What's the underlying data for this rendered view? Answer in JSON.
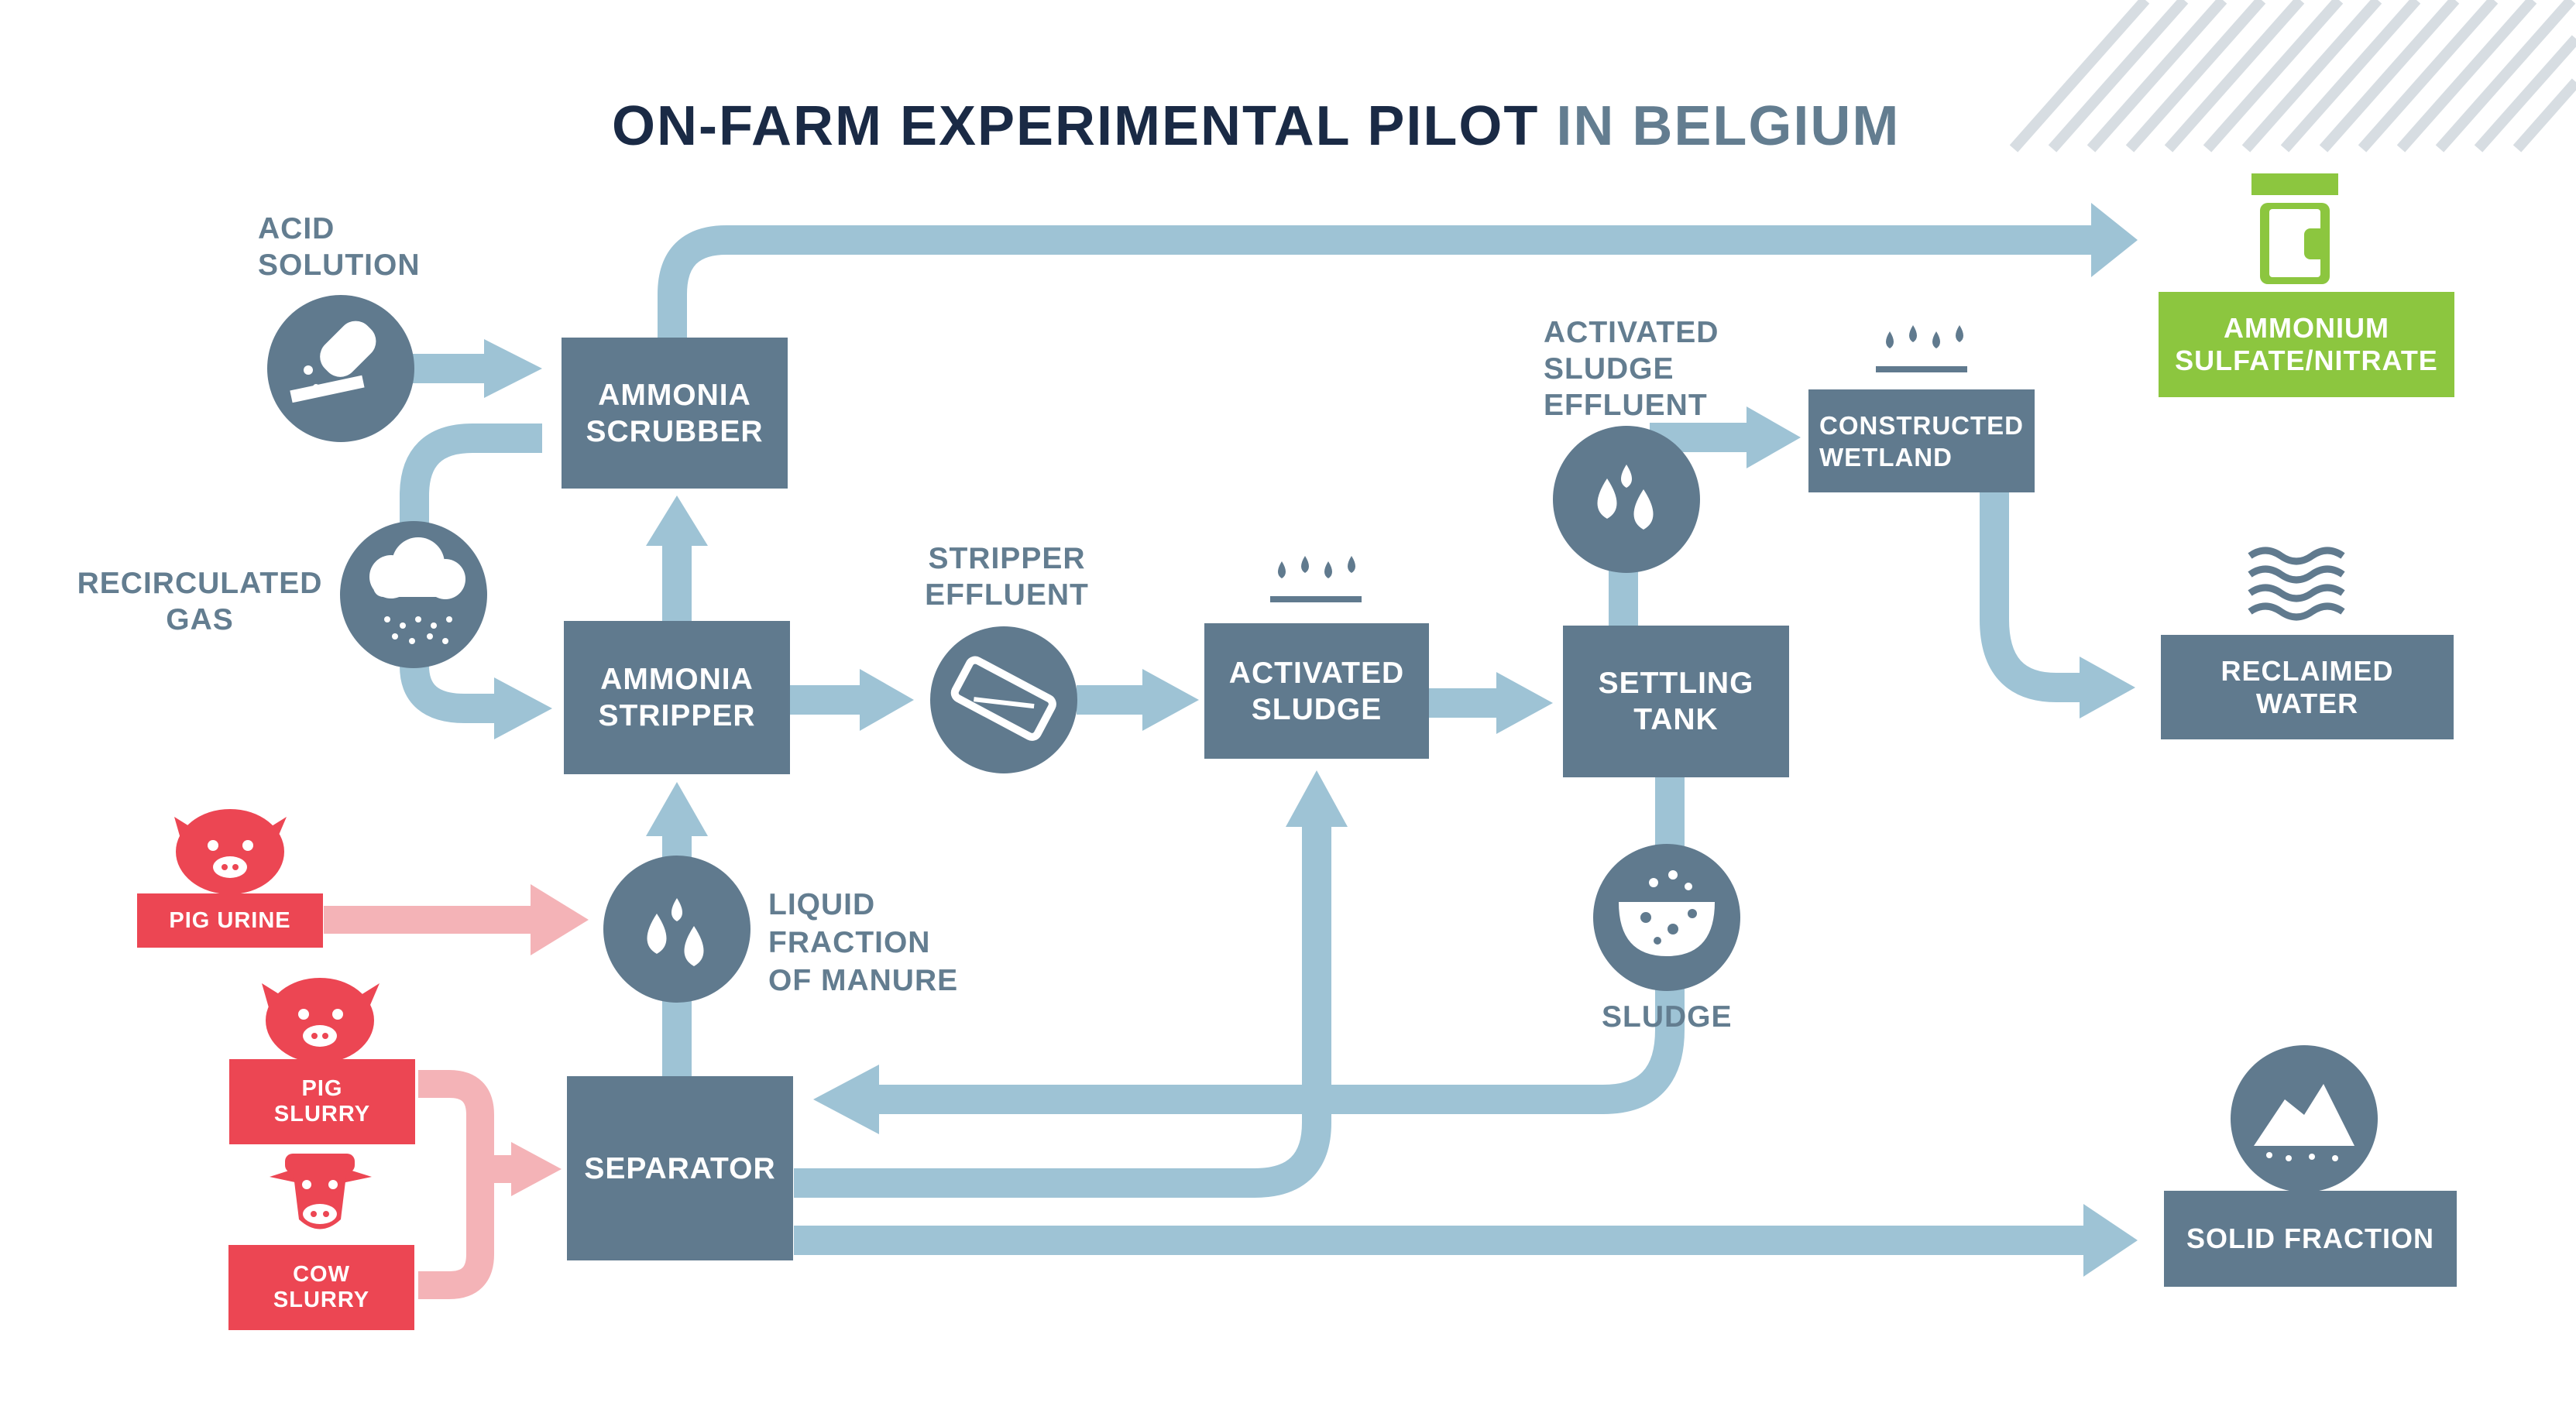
{
  "title": {
    "main": "ON-FARM EXPERIMENTAL PILOT",
    "accent": "IN BELGIUM"
  },
  "colors": {
    "box": "#607a8e",
    "arrow": "#9ec3d5",
    "red": "#ec4653",
    "pink": "#f4b3b7",
    "green": "#8cc63f",
    "title": "#1a2a45",
    "label": "#637d90"
  },
  "labels": {
    "acid_solution": "ACID\nSOLUTION",
    "recirculated_gas": "RECIRCULATED\nGAS",
    "stripper_effluent": "STRIPPER\nEFFLUENT",
    "activated_sludge_effluent": "ACTIVATED\nSLUDGE\nEFFLUENT",
    "liquid_fraction": "LIQUID\nFRACTION\nOF MANURE",
    "sludge": "SLUDGE"
  },
  "boxes": {
    "ammonia_scrubber": "AMMONIA\nSCRUBBER",
    "ammonia_stripper": "AMMONIA\nSTRIPPER",
    "activated_sludge": "ACTIVATED\nSLUDGE",
    "settling_tank": "SETTLING\nTANK",
    "constructed_wetland": "CONSTRUCTED\nWETLAND",
    "separator": "SEPARATOR",
    "ammonium_sulfate": "AMMONIUM\nSULFATE/NITRATE",
    "reclaimed_water": "RECLAIMED\nWATER",
    "solid_fraction": "SOLID FRACTION"
  },
  "inputs": {
    "pig_urine": "PIG URINE",
    "pig_slurry": "PIG\nSLURRY",
    "cow_slurry": "COW\nSLURRY"
  },
  "icons": [
    "acid-flask-icon",
    "cloud-gas-icon",
    "stripper-column-icon",
    "water-drops-icon",
    "sludge-bowl-icon",
    "jar-icon",
    "wave-icon",
    "solid-pile-icon",
    "pig-icon",
    "cow-icon",
    "evaporation-icon"
  ]
}
